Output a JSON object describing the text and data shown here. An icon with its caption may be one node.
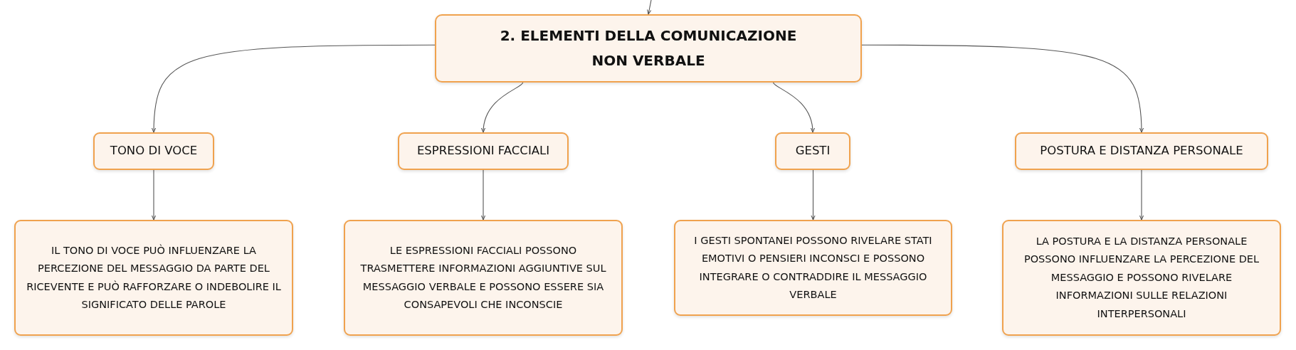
{
  "diagram": {
    "nodes": [
      {
        "text": [
          "2. ELEMENTI DELLA COMUNICAZIONE NON VERBALE"
        ]
      },
      {
        "text": [
          "TONO DI VOCE"
        ]
      },
      {
        "text": [
          "ESPRESSIONI FACCIALI"
        ]
      },
      {
        "text": [
          "GESTI"
        ]
      },
      {
        "text": [
          "POSTURA E DISTANZA PERSONALE"
        ]
      },
      {
        "text": [
          "IL TONO DI VOCE PUÒ INFLUENZARE LA PERCEZIONE DEL MESSAGGIO DA PARTE DEL RICEVENTE E PUÒ RAFFORZARE O INDEBOLIRE IL SIGNIFICATO DELLE PAROLE"
        ]
      },
      {
        "text": [
          "LE ESPRESSIONI FACCIALI POSSONO TRASMETTERE INFORMAZIONI AGGIUNTIVE SUL MESSAGGIO VERBALE E POSSONO ESSERE SIA CONSAPEVOLI CHE INCONSCIE"
        ]
      },
      {
        "text": [
          "I GESTI SPONTANEI POSSONO RIVELARE STATI EMOTIVI O PENSIERI INCONSCI E POSSONO INTEGRARE O CONTRADDIRE IL MESSAGGIO VERBALE"
        ]
      },
      {
        "text": [
          "LA POSTURA E LA DISTANZA PERSONALE POSSONO INFLUENZARE LA PERCEZIONE DEL MESSAGGIO E POSSONO RIVELARE INFORMAZIONI SULLE RELAZIONI INTERPERSONALI"
        ]
      }
    ],
    "edges": [
      {
        "from": null,
        "to": 0,
        "arrow": "to"
      },
      {
        "from": 0,
        "to": 1,
        "arrow": "to"
      },
      {
        "from": 0,
        "to": 2,
        "arrow": "to"
      },
      {
        "from": 0,
        "to": 3,
        "arrow": "to"
      },
      {
        "from": 0,
        "to": 4,
        "arrow": "to"
      },
      {
        "from": 1,
        "to": 5,
        "arrow": "to"
      },
      {
        "from": 2,
        "to": 6,
        "arrow": "to"
      },
      {
        "from": 3,
        "to": 7,
        "arrow": "to"
      },
      {
        "from": 4,
        "to": 8,
        "arrow": "to"
      }
    ]
  }
}
